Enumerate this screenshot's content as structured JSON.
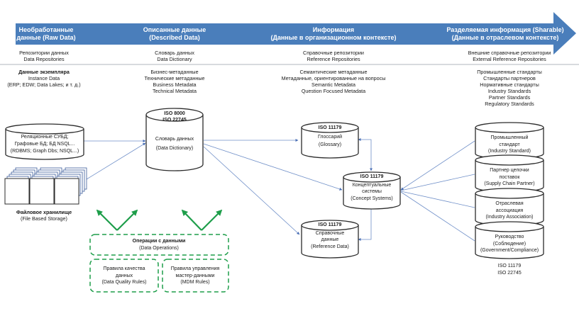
{
  "banner": {
    "color": "#4a7ebb",
    "stages": [
      {
        "line1": "Необработанные",
        "line2": "данные (Raw Data)"
      },
      {
        "line1": "Описанные данные",
        "line2": "(Described Data)"
      },
      {
        "line1": "Информация",
        "line2": "(Данные в организационном контексте)"
      },
      {
        "line1": "Разделяемая информация (Sharable)",
        "line2": "(Данные в отраслевом контексте)"
      }
    ]
  },
  "repositories": [
    {
      "ru": "Репозитории данных",
      "en": "Data Repositories"
    },
    {
      "ru": "Словарь данных",
      "en": "Data Dictionary"
    },
    {
      "ru": "Справочные репозитории",
      "en": "Reference Repositories"
    },
    {
      "ru": "Внешние справочные репозитории",
      "en": "External Reference Repositories"
    }
  ],
  "descriptions": [
    [
      "Данные экземпляра",
      "Instance Data",
      "(ERP; EDW; Data Lakes; и т. д.)"
    ],
    [
      "Бизнес-метаданные",
      "Технические метаданные",
      "Business Metadata",
      "Technical Metadata"
    ],
    [
      "Семантические метаданные",
      "Метаданные, ориентированные на вопросы",
      "Semantic Metadata",
      "Question Focused Metadata"
    ],
    [
      "Промышленные стандарты",
      "Стандарты партнеров",
      "Нормативные стандарты",
      "Industry Standards",
      "Partner Standards",
      "Regulatory Standards"
    ]
  ],
  "nodes": {
    "rdbms": {
      "lines": [
        "Реляционные СУБД;",
        "Графовые БД; БД NSQL...",
        "(RDBMS; Graph Dbs; NSQL...)"
      ]
    },
    "file_storage": {
      "lines": [
        "Файловое хранилище",
        "(File Based Storage)"
      ]
    },
    "data_dictionary": {
      "iso": [
        "ISO 8000",
        "ISO 22745"
      ],
      "lines": [
        "Словарь данных",
        "(Data Dictionary)"
      ]
    },
    "glossary": {
      "iso": "ISO 11179",
      "lines": [
        "Глоссарий",
        "(Glossary)"
      ]
    },
    "concept_systems": {
      "iso": "ISO 11179",
      "lines": [
        "Концептуальные",
        "системы",
        "(Concept Systems)"
      ]
    },
    "reference_data": {
      "iso": "ISO 11179",
      "lines": [
        "Справочные",
        "данные",
        "(Reference Data)"
      ]
    },
    "industry_standard": {
      "lines": [
        "Промышленный",
        "стандарт",
        "(Industry Standard)"
      ]
    },
    "supply_chain": {
      "lines": [
        "Партнер цепочки",
        "поставок",
        "(Supply Chain Partner)"
      ]
    },
    "industry_association": {
      "lines": [
        "Отраслевая",
        "ассоциация",
        "(Industry Association)"
      ]
    },
    "government": {
      "lines": [
        "Руководство",
        "(Соблюдение)",
        "(Government/Compliance)"
      ]
    },
    "external_iso": [
      "ISO 11179",
      "ISO 22745"
    ]
  },
  "operations": {
    "color": "#1e9e4a",
    "data_operations": [
      "Операции с данными",
      "(Data Operations)"
    ],
    "data_quality": [
      "Правила качества",
      "данных",
      "(Data Quality Rules)"
    ],
    "mdm_rules": [
      "Правила управления",
      "мастер-данными",
      "(MDM Rules)"
    ]
  },
  "connector_color": "#6f8fc8"
}
